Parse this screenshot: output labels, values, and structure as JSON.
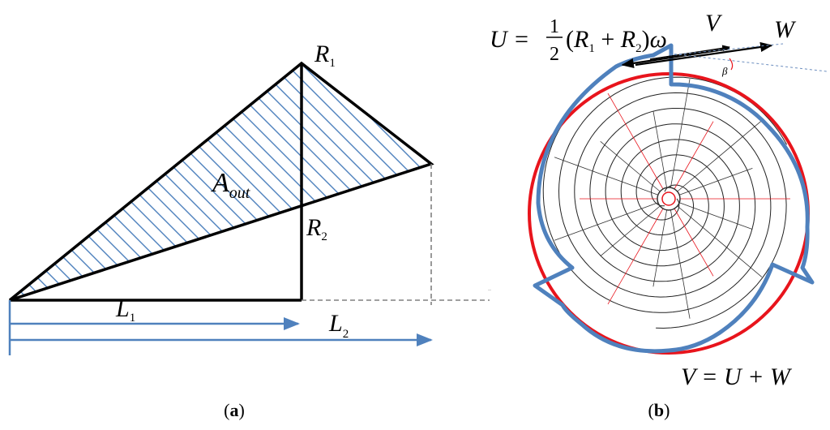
{
  "panel_a": {
    "caption_open": "(",
    "caption_letter": "a",
    "caption_close": ")",
    "labels": {
      "r1": "R",
      "r1_sub": "1",
      "r2": "R",
      "r2_sub": "2",
      "area": "A",
      "area_sub": "out",
      "l1": "L",
      "l1_sub": "1",
      "l2": "L",
      "l2_sub": "2"
    }
  },
  "panel_b": {
    "caption_open": "(",
    "caption_letter": "b",
    "caption_close": ")",
    "labels": {
      "u_eq_lhs": "U =",
      "frac_num": "1",
      "frac_den": "2",
      "u_open": "(",
      "u_r1": "R",
      "u_r1_sub": "1",
      "u_plus": " + ",
      "u_r2": "R",
      "u_r2_sub": "2",
      "u_close": ")",
      "u_omega": "ω",
      "v": "V",
      "w": "W",
      "beta": "β",
      "v_eq": "V = U + W"
    }
  },
  "colors": {
    "blue": "#4f81bd",
    "red": "#e8141c",
    "black": "#000000",
    "gray": "#808080",
    "hatch": "#4f81bd"
  }
}
